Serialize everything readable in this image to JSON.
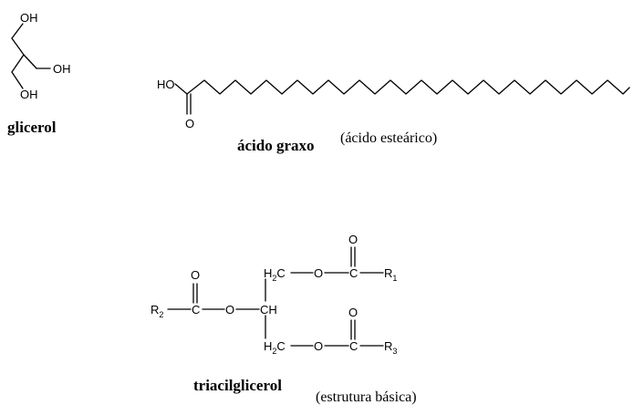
{
  "glicerol": {
    "oh_top": "OH",
    "oh_mid": "OH",
    "oh_bottom": "OH",
    "caption": "glicerol"
  },
  "acido": {
    "ho": "HO",
    "o": "O",
    "caption": "ácido graxo",
    "note": "(ácido esteárico)"
  },
  "triacil": {
    "o_top": "O",
    "h2c_top": "H",
    "h2c_top_sub": "2",
    "h2c_top_c": "C",
    "o_link_top": "O",
    "c_top": "C",
    "r1": "R",
    "r1_sub": "1",
    "o_left": "O",
    "r2": "R",
    "r2_sub": "2",
    "c_left": "C",
    "o_link_left": "O",
    "ch": "CH",
    "o_bottom": "O",
    "h2c_bot": "H",
    "h2c_bot_sub": "2",
    "h2c_bot_c": "C",
    "o_link_bot": "O",
    "c_bot": "C",
    "r3": "R",
    "r3_sub": "3",
    "caption": "triacilglicerol",
    "note": "(estrutura básica)"
  }
}
